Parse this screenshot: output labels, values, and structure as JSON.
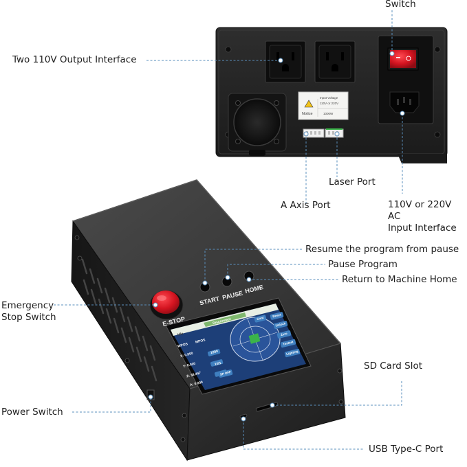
{
  "labels": {
    "switch": "Switch",
    "two_110v_output": "Two 110V Output Interface",
    "laser_port": "Laser Port",
    "a_axis_port": "A Axis Port",
    "ac_input": "110V or 220V AC\nInput Interface",
    "resume": "Resume the program from pause",
    "pause_program": "Pause Program",
    "return_home": "Return to Machine Home",
    "emergency_stop": "Emergency\nStop Switch",
    "sd_card_slot": "SD Card Slot",
    "power_switch": "Power Switch",
    "usb_type_c": "USB Type-C Port"
  },
  "device": {
    "start_button": "START",
    "pause_button": "PAUSE",
    "home_button": "HOME",
    "estop_button": "E-STOP",
    "notice_title": "Notice",
    "notice_line1": "Input Voltage",
    "notice_line2": "110V or 220V",
    "notice_line3": "1000W"
  },
  "screen": {
    "state_tab": "Idle",
    "status_tab": "Disconnect",
    "wpos": "WPOS",
    "mpos": "MPOS",
    "x_value": "X: 0.000",
    "y_value": "Y: 0.000",
    "z_value": "Z: 38.447",
    "a_value": "A: 0.000",
    "right_buttons": [
      "Cont",
      "Reset",
      "Unlock",
      "Zero",
      "Testset",
      "Lighting"
    ],
    "sp_off": "SP OFF",
    "jog_step": "10/1",
    "feed_value": "1000"
  },
  "colors": {
    "leader_line": "#5a8fbd",
    "estop_red": "#d41420",
    "switch_red": "#e11822",
    "screen_blue": "#1d3f78",
    "device_body": "#2a2a2a"
  }
}
